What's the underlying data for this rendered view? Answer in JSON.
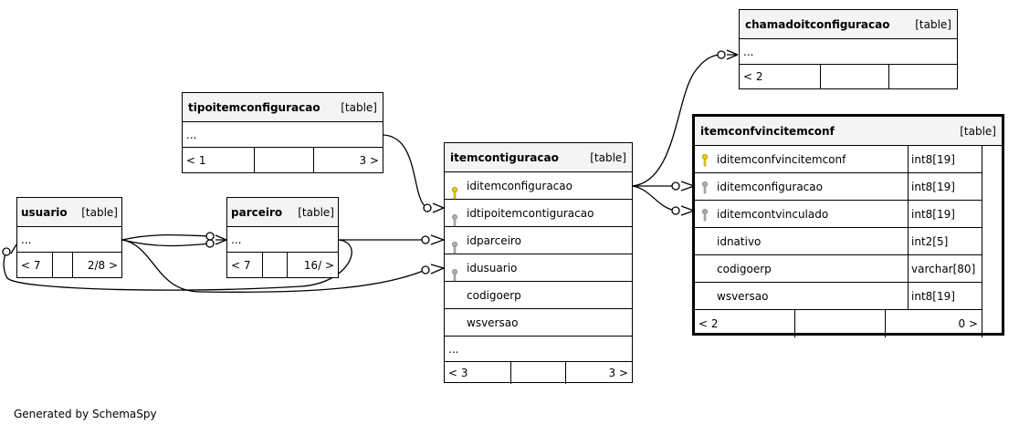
{
  "tables": {
    "chamado": {
      "name": "chamadoitconfiguracao",
      "type": "[table]",
      "more": "...",
      "left": "< 2",
      "mid": "",
      "right": ""
    },
    "tipo": {
      "name": "tipoitemconfiguracao",
      "type": "[table]",
      "more": "...",
      "left": "< 1",
      "mid": "",
      "right": "3 >"
    },
    "usuario": {
      "name": "usuario",
      "type": "[table]",
      "more": "...",
      "left": "< 7",
      "mid": "",
      "right": "2/8 >"
    },
    "parceiro": {
      "name": "parceiro",
      "type": "[table]",
      "more": "...",
      "left": "< 7",
      "mid": "",
      "right": "16/ >"
    },
    "item": {
      "name": "itemcontiguracao",
      "type": "[table]",
      "cols": [
        "iditemconfiguracao",
        "idtipoitemcontiguracao",
        "idparceiro",
        "idusuario",
        "codigoerp",
        "wsversao"
      ],
      "more": "...",
      "left": "< 3",
      "mid": "",
      "right": "3 >"
    },
    "vinc": {
      "name": "itemconfvincitemconf",
      "type": "[table]",
      "cols": [
        {
          "name": "iditemconfvincitemconf",
          "type": "int8[19]"
        },
        {
          "name": "iditemconfiguracao",
          "type": "int8[19]"
        },
        {
          "name": "iditemcontvinculado",
          "type": "int8[19]"
        },
        {
          "name": "idnativo",
          "type": "int2[5]"
        },
        {
          "name": "codigoerp",
          "type": "varchar[80]"
        },
        {
          "name": "wsversao",
          "type": "int8[19]"
        }
      ],
      "left": "< 2",
      "mid": "",
      "right": "0 >"
    }
  },
  "footer": "Generated by SchemaSpy",
  "colors": {
    "pk_key": "#f0d000",
    "fk_key": "#a0a0a0",
    "header_bg": "#f4f4f4"
  }
}
